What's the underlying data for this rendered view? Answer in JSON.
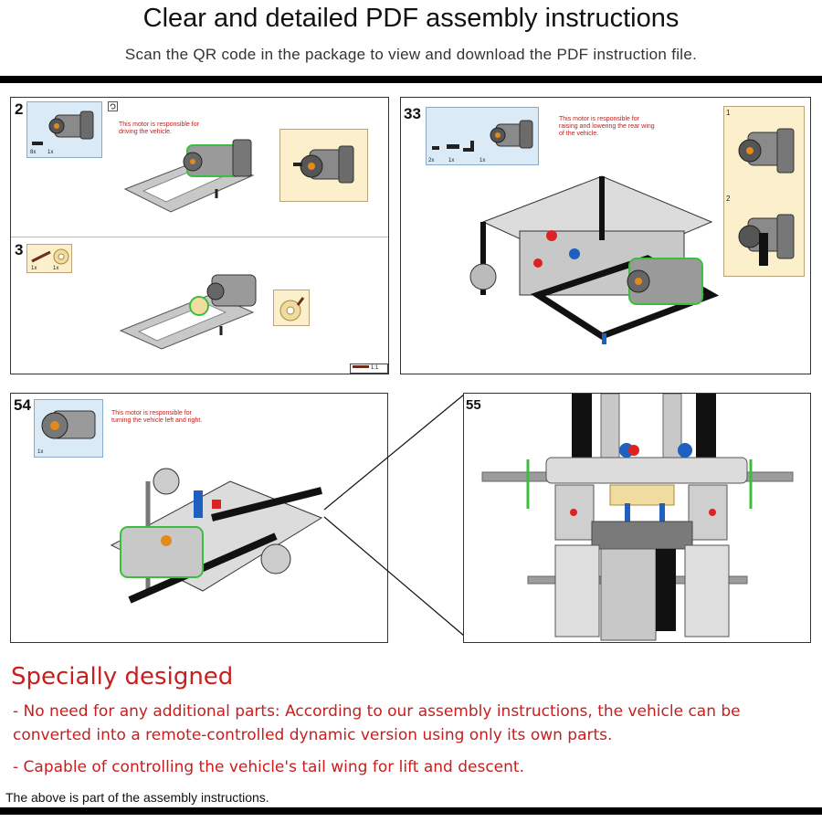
{
  "header": {
    "title": "Clear and detailed PDF assembly instructions",
    "subtitle": "Scan the QR code in the package to view and download the PDF instruction file."
  },
  "panels": {
    "step2": {
      "number": "2",
      "note": "This motor is responsible for driving the vehicle.",
      "qty1": "8x",
      "qty2": "1x"
    },
    "step3": {
      "number": "3",
      "qty1": "1x",
      "qty2": "1x",
      "scale": "1:1"
    },
    "step33": {
      "number": "33",
      "note": "This motor is responsible for raising and lowering the rear wing of the vehicle.",
      "qty1": "2x",
      "qty2": "1x",
      "qty3": "1x",
      "sub1": "1",
      "sub2": "2"
    },
    "step54": {
      "number": "54",
      "note": "This motor is responsible for turning the vehicle left and right.",
      "qty1": "1x"
    },
    "step55": {
      "number": "55"
    }
  },
  "features": {
    "heading": "Specially designed",
    "bullets": [
      "- No need for any additional parts: According to our assembly instructions, the vehicle can be converted into a remote-controlled dynamic version using only its own parts.",
      "- Capable of controlling the vehicle's tail wing for lift and descent."
    ]
  },
  "footer": {
    "text": "The above is part of the assembly instructions."
  },
  "colors": {
    "accent_red": "#c81e1e",
    "callout_blue": "#dbeaf7",
    "callout_beige": "#fbefcc",
    "highlight_green": "#3dbd3d"
  }
}
